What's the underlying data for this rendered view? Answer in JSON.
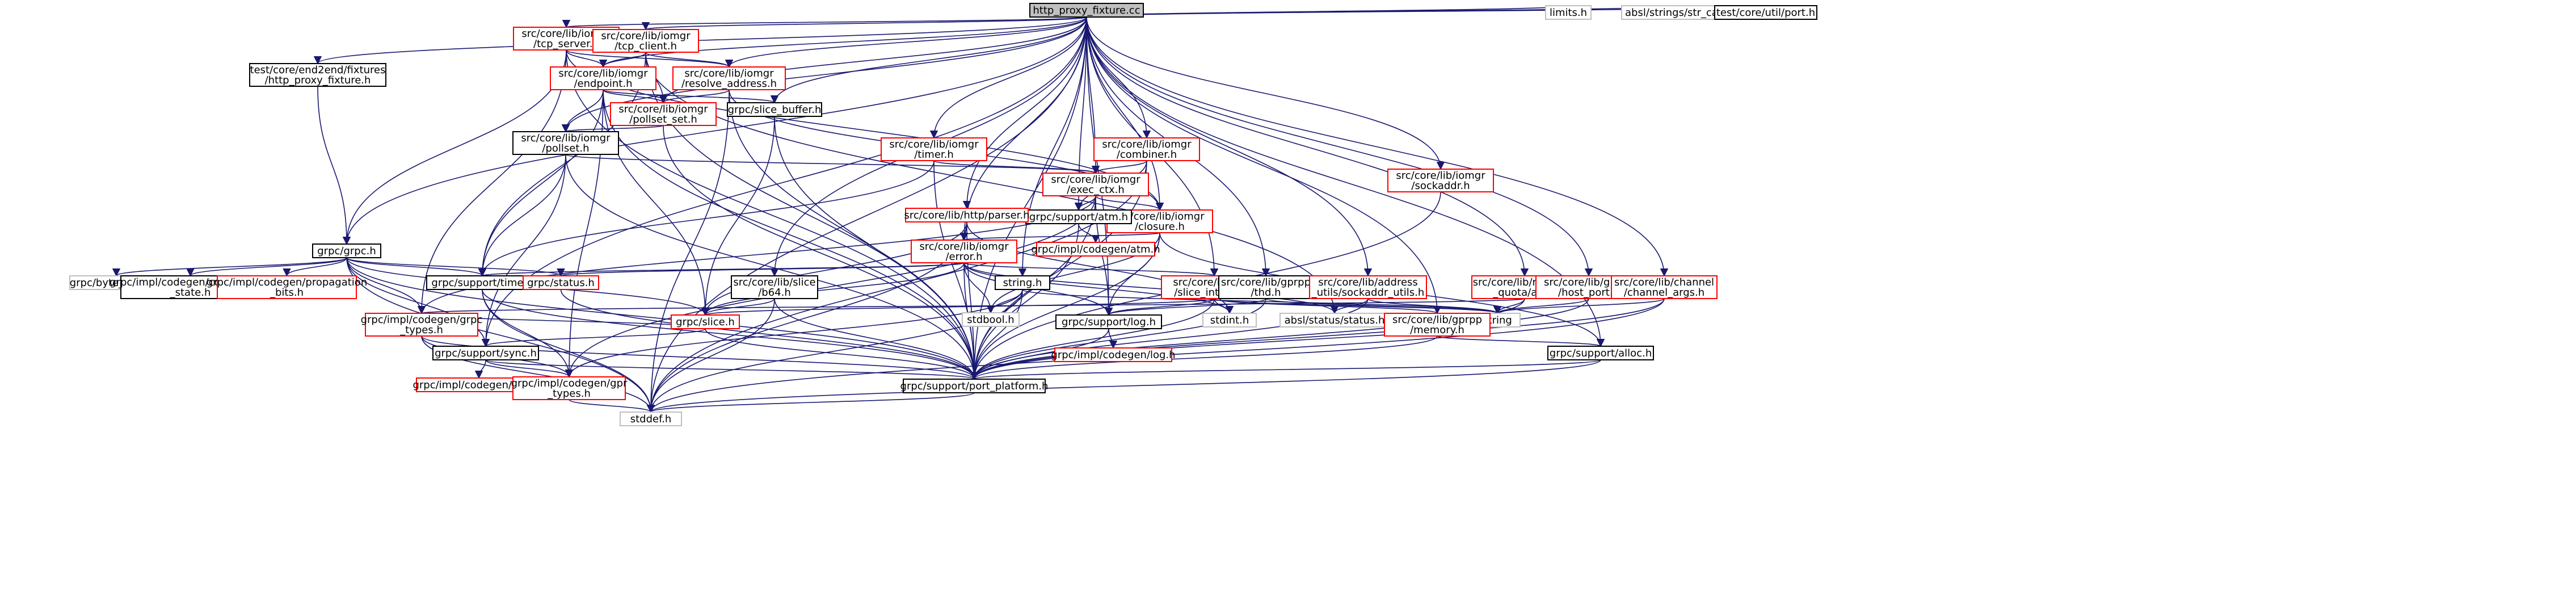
{
  "nodes": {
    "root": {
      "lines": [
        "http_proxy_fixture.cc"
      ],
      "style": "root"
    },
    "tcp_server": {
      "lines": [
        "src/core/lib/iomgr",
        "/tcp_server.h"
      ],
      "style": "red"
    },
    "tcp_client": {
      "lines": [
        "src/core/lib/iomgr",
        "/tcp_client.h"
      ],
      "style": "red"
    },
    "fixtures": {
      "lines": [
        "test/core/end2end/fixtures",
        "/http_proxy_fixture.h"
      ],
      "style": "black"
    },
    "endpoint": {
      "lines": [
        "src/core/lib/iomgr",
        "/endpoint.h"
      ],
      "style": "red"
    },
    "resolve_address": {
      "lines": [
        "src/core/lib/iomgr",
        "/resolve_address.h"
      ],
      "style": "red"
    },
    "pollset_set": {
      "lines": [
        "src/core/lib/iomgr",
        "/pollset_set.h"
      ],
      "style": "red"
    },
    "slice_buffer": {
      "lines": [
        "grpc/slice_buffer.h"
      ],
      "style": "black"
    },
    "pollset": {
      "lines": [
        "src/core/lib/iomgr",
        "/pollset.h"
      ],
      "style": "black"
    },
    "timer": {
      "lines": [
        "src/core/lib/iomgr",
        "/timer.h"
      ],
      "style": "red"
    },
    "combiner": {
      "lines": [
        "src/core/lib/iomgr",
        "/combiner.h"
      ],
      "style": "red"
    },
    "sockaddr": {
      "lines": [
        "src/core/lib/iomgr",
        "/sockaddr.h"
      ],
      "style": "red"
    },
    "exec_ctx": {
      "lines": [
        "src/core/lib/iomgr",
        "/exec_ctx.h"
      ],
      "style": "red"
    },
    "closure": {
      "lines": [
        "src/core/lib/iomgr",
        "/closure.h"
      ],
      "style": "red"
    },
    "atm": {
      "lines": [
        "grpc/support/atm.h"
      ],
      "style": "black"
    },
    "impl_atm": {
      "lines": [
        "grpc/impl/codegen/atm.h"
      ],
      "style": "red"
    },
    "parser": {
      "lines": [
        "src/core/lib/http/parser.h"
      ],
      "style": "red"
    },
    "grpc_h": {
      "lines": [
        "grpc/grpc.h"
      ],
      "style": "black"
    },
    "error": {
      "lines": [
        "src/core/lib/iomgr",
        "/error.h"
      ],
      "style": "red"
    },
    "byte_buffer": {
      "lines": [
        "grpc/byte_buffer.h"
      ],
      "style": "gray"
    },
    "connectivity_state": {
      "lines": [
        "grpc/impl/codegen/connectivity",
        "_state.h"
      ],
      "style": "black"
    },
    "propagation_bits": {
      "lines": [
        "grpc/impl/codegen/propagation",
        "_bits.h"
      ],
      "style": "red"
    },
    "time_h": {
      "lines": [
        "grpc/support/time.h"
      ],
      "style": "black"
    },
    "status_h": {
      "lines": [
        "grpc/status.h"
      ],
      "style": "red"
    },
    "b64": {
      "lines": [
        "src/core/lib/slice",
        "/b64.h"
      ],
      "style": "black"
    },
    "string_h": {
      "lines": [
        "string.h"
      ],
      "style": "black"
    },
    "slice_internal": {
      "lines": [
        "src/core/lib/slice",
        "/slice_internal.h"
      ],
      "style": "red"
    },
    "thd": {
      "lines": [
        "src/core/lib/gprpp",
        "/thd.h"
      ],
      "style": "black"
    },
    "sockaddr_utils": {
      "lines": [
        "src/core/lib/address",
        "_utils/sockaddr_utils.h"
      ],
      "style": "red"
    },
    "resource_quota": {
      "lines": [
        "src/core/lib/resource",
        "_quota/api.h"
      ],
      "style": "red"
    },
    "host_port": {
      "lines": [
        "src/core/lib/gprpp",
        "/host_port.h"
      ],
      "style": "red"
    },
    "channel_args": {
      "lines": [
        "src/core/lib/channel",
        "/channel_args.h"
      ],
      "style": "red"
    },
    "limits": {
      "lines": [
        "limits.h"
      ],
      "style": "gray"
    },
    "str_cat": {
      "lines": [
        "absl/strings/str_cat.h"
      ],
      "style": "gray"
    },
    "port_h": {
      "lines": [
        "test/core/util/port.h"
      ],
      "style": "black"
    },
    "grpc_types": {
      "lines": [
        "grpc/impl/codegen/grpc",
        "_types.h"
      ],
      "style": "red"
    },
    "slice_h": {
      "lines": [
        "grpc/slice.h"
      ],
      "style": "red"
    },
    "sync_h": {
      "lines": [
        "grpc/support/sync.h"
      ],
      "style": "black"
    },
    "impl_sync": {
      "lines": [
        "grpc/impl/codegen/sync.h"
      ],
      "style": "red"
    },
    "gpr_types": {
      "lines": [
        "grpc/impl/codegen/gpr",
        "_types.h"
      ],
      "style": "red"
    },
    "port_platform": {
      "lines": [
        "grpc/support/port_platform.h"
      ],
      "style": "black"
    },
    "stdbool": {
      "lines": [
        "stdbool.h"
      ],
      "style": "gray"
    },
    "stdint": {
      "lines": [
        "stdint.h"
      ],
      "style": "gray"
    },
    "absl_status": {
      "lines": [
        "absl/status/status.h"
      ],
      "style": "gray"
    },
    "log_h": {
      "lines": [
        "grpc/support/log.h"
      ],
      "style": "black"
    },
    "impl_log": {
      "lines": [
        "grpc/impl/codegen/log.h"
      ],
      "style": "red"
    },
    "string": {
      "lines": [
        "string"
      ],
      "style": "gray"
    },
    "memory": {
      "lines": [
        "src/core/lib/gprpp",
        "/memory.h"
      ],
      "style": "red"
    },
    "alloc": {
      "lines": [
        "grpc/support/alloc.h"
      ],
      "style": "black"
    },
    "stddef": {
      "lines": [
        "stddef.h"
      ],
      "style": "gray"
    }
  },
  "edges": [
    [
      "root",
      "tcp_server"
    ],
    [
      "root",
      "tcp_client"
    ],
    [
      "root",
      "fixtures"
    ],
    [
      "root",
      "endpoint"
    ],
    [
      "root",
      "resolve_address"
    ],
    [
      "root",
      "pollset_set"
    ],
    [
      "root",
      "slice_buffer"
    ],
    [
      "root",
      "pollset"
    ],
    [
      "root",
      "timer"
    ],
    [
      "root",
      "combiner"
    ],
    [
      "root",
      "sockaddr"
    ],
    [
      "root",
      "exec_ctx"
    ],
    [
      "root",
      "closure"
    ],
    [
      "root",
      "atm"
    ],
    [
      "root",
      "parser"
    ],
    [
      "root",
      "grpc_h"
    ],
    [
      "root",
      "error"
    ],
    [
      "root",
      "b64"
    ],
    [
      "root",
      "string_h"
    ],
    [
      "root",
      "slice_internal"
    ],
    [
      "root",
      "thd"
    ],
    [
      "root",
      "sockaddr_utils"
    ],
    [
      "root",
      "resource_quota"
    ],
    [
      "root",
      "host_port"
    ],
    [
      "root",
      "channel_args"
    ],
    [
      "root",
      "limits"
    ],
    [
      "root",
      "str_cat"
    ],
    [
      "root",
      "port_h"
    ],
    [
      "root",
      "log_h"
    ],
    [
      "root",
      "memory"
    ],
    [
      "root",
      "alloc"
    ],
    [
      "root",
      "sync_h"
    ],
    [
      "root",
      "stddef"
    ],
    [
      "root",
      "port_platform"
    ],
    [
      "tcp_server",
      "endpoint"
    ],
    [
      "tcp_server",
      "resolve_address"
    ],
    [
      "tcp_server",
      "grpc_h"
    ],
    [
      "tcp_server",
      "grpc_types"
    ],
    [
      "tcp_server",
      "port_platform"
    ],
    [
      "tcp_server",
      "closure"
    ],
    [
      "tcp_client",
      "endpoint"
    ],
    [
      "tcp_client",
      "resolve_address"
    ],
    [
      "tcp_client",
      "pollset_set"
    ],
    [
      "tcp_client",
      "time_h"
    ],
    [
      "tcp_client",
      "port_platform"
    ],
    [
      "tcp_client",
      "absl_status"
    ],
    [
      "fixtures",
      "grpc_h"
    ],
    [
      "endpoint",
      "pollset_set"
    ],
    [
      "endpoint",
      "slice_buffer"
    ],
    [
      "endpoint",
      "pollset"
    ],
    [
      "endpoint",
      "time_h"
    ],
    [
      "endpoint",
      "slice_h"
    ],
    [
      "endpoint",
      "port_platform"
    ],
    [
      "endpoint",
      "gpr_types"
    ],
    [
      "resolve_address",
      "pollset_set"
    ],
    [
      "resolve_address",
      "port_platform"
    ],
    [
      "resolve_address",
      "stddef"
    ],
    [
      "resolve_address",
      "closure"
    ],
    [
      "pollset_set",
      "pollset"
    ],
    [
      "pollset_set",
      "port_platform"
    ],
    [
      "slice_buffer",
      "slice_h"
    ],
    [
      "slice_buffer",
      "port_platform"
    ],
    [
      "pollset",
      "exec_ctx"
    ],
    [
      "pollset",
      "time_h"
    ],
    [
      "pollset",
      "sync_h"
    ],
    [
      "pollset",
      "port_platform"
    ],
    [
      "timer",
      "exec_ctx"
    ],
    [
      "timer",
      "port_platform"
    ],
    [
      "timer",
      "time_h"
    ],
    [
      "combiner",
      "exec_ctx"
    ],
    [
      "combiner",
      "atm"
    ],
    [
      "combiner",
      "port_platform"
    ],
    [
      "combiner",
      "stddef"
    ],
    [
      "sockaddr",
      "port_platform"
    ],
    [
      "exec_ctx",
      "closure"
    ],
    [
      "exec_ctx",
      "atm"
    ],
    [
      "exec_ctx",
      "grpc_types"
    ],
    [
      "exec_ctx",
      "port_platform"
    ],
    [
      "exec_ctx",
      "gpr_types"
    ],
    [
      "exec_ctx",
      "log_h"
    ],
    [
      "closure",
      "error"
    ],
    [
      "closure",
      "log_h"
    ],
    [
      "closure",
      "port_platform"
    ],
    [
      "closure",
      "stdbool"
    ],
    [
      "closure",
      "alloc"
    ],
    [
      "atm",
      "impl_atm"
    ],
    [
      "atm",
      "port_platform"
    ],
    [
      "parser",
      "error"
    ],
    [
      "parser",
      "slice_h"
    ],
    [
      "parser",
      "port_platform"
    ],
    [
      "parser",
      "stdint"
    ],
    [
      "parser",
      "stddef"
    ],
    [
      "grpc_h",
      "byte_buffer"
    ],
    [
      "grpc_h",
      "connectivity_state"
    ],
    [
      "grpc_h",
      "propagation_bits"
    ],
    [
      "grpc_h",
      "time_h"
    ],
    [
      "grpc_h",
      "status_h"
    ],
    [
      "grpc_h",
      "grpc_types"
    ],
    [
      "grpc_h",
      "slice_h"
    ],
    [
      "grpc_h",
      "sync_h"
    ],
    [
      "grpc_h",
      "port_platform"
    ],
    [
      "grpc_h",
      "stddef"
    ],
    [
      "error",
      "time_h"
    ],
    [
      "error",
      "status_h"
    ],
    [
      "error",
      "slice_h"
    ],
    [
      "error",
      "slice_internal"
    ],
    [
      "error",
      "stdbool"
    ],
    [
      "error",
      "stdint"
    ],
    [
      "error",
      "log_h"
    ],
    [
      "error",
      "port_platform"
    ],
    [
      "error",
      "absl_status"
    ],
    [
      "time_h",
      "gpr_types"
    ],
    [
      "time_h",
      "port_platform"
    ],
    [
      "time_h",
      "stddef"
    ],
    [
      "status_h",
      "port_platform"
    ],
    [
      "b64",
      "slice_h"
    ],
    [
      "b64",
      "port_platform"
    ],
    [
      "b64",
      "stddef"
    ],
    [
      "string_h",
      "stdbool"
    ],
    [
      "string_h",
      "port_platform"
    ],
    [
      "string_h",
      "gpr_types"
    ],
    [
      "string_h",
      "stddef"
    ],
    [
      "string_h",
      "string"
    ],
    [
      "slice_internal",
      "slice_h"
    ],
    [
      "slice_internal",
      "stdint"
    ],
    [
      "slice_internal",
      "log_h"
    ],
    [
      "slice_internal",
      "memory"
    ],
    [
      "slice_internal",
      "string"
    ],
    [
      "slice_internal",
      "port_platform"
    ],
    [
      "thd",
      "port_platform"
    ],
    [
      "thd",
      "log_h"
    ],
    [
      "thd",
      "string"
    ],
    [
      "sockaddr_utils",
      "port_platform"
    ],
    [
      "sockaddr_utils",
      "string"
    ],
    [
      "sockaddr_utils",
      "absl_status"
    ],
    [
      "resource_quota",
      "grpc_types"
    ],
    [
      "resource_quota",
      "port_platform"
    ],
    [
      "resource_quota",
      "string"
    ],
    [
      "host_port",
      "port_platform"
    ],
    [
      "host_port",
      "string"
    ],
    [
      "channel_args",
      "port_platform"
    ],
    [
      "channel_args",
      "string"
    ],
    [
      "channel_args",
      "stddef"
    ],
    [
      "grpc_types",
      "gpr_types"
    ],
    [
      "grpc_types",
      "slice_h"
    ],
    [
      "grpc_types",
      "stddef"
    ],
    [
      "grpc_types",
      "port_platform"
    ],
    [
      "slice_h",
      "sync_h"
    ],
    [
      "slice_h",
      "port_platform"
    ],
    [
      "sync_h",
      "impl_sync"
    ],
    [
      "sync_h",
      "gpr_types"
    ],
    [
      "sync_h",
      "port_platform"
    ],
    [
      "gpr_types",
      "stddef"
    ],
    [
      "log_h",
      "impl_log"
    ],
    [
      "log_h",
      "port_platform"
    ],
    [
      "memory",
      "alloc"
    ],
    [
      "memory",
      "port_platform"
    ],
    [
      "alloc",
      "port_platform"
    ],
    [
      "alloc",
      "stddef"
    ],
    [
      "port_platform",
      "stddef"
    ]
  ]
}
